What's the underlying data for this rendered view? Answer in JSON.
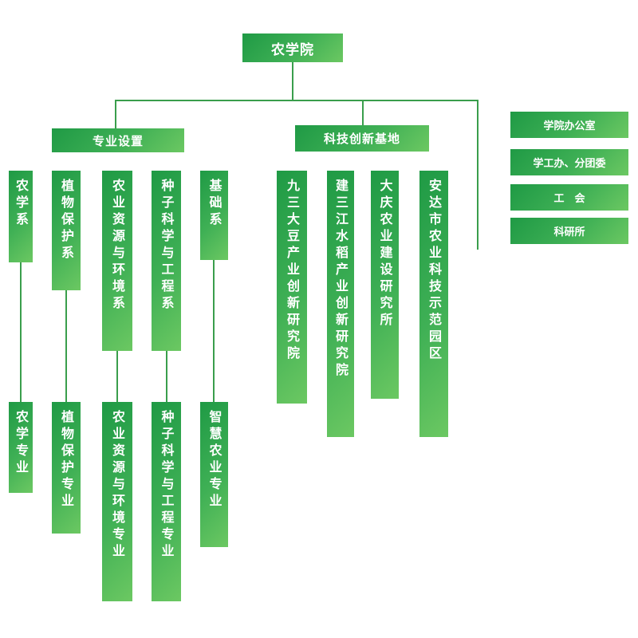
{
  "root": "农学院",
  "branches": [
    {
      "title": "专业设置",
      "departments": [
        {
          "name": "农学系",
          "major": "农学专业"
        },
        {
          "name": "植物保护系",
          "major": "植物保护专业"
        },
        {
          "name": "农业资源与环境系",
          "major": "农业资源与环境专业"
        },
        {
          "name": "种子科学与工程系",
          "major": "种子科学与工程专业"
        },
        {
          "name": "基础系",
          "major": "智慧农业专业"
        }
      ]
    },
    {
      "title": "科技创新基地",
      "institutes": [
        "九三大豆产业创新研究院",
        "建三江水稻产业创新研究院",
        "大庆农业建设研究所",
        "安达市农业科技示范园区"
      ]
    }
  ],
  "offices": [
    "学院办公室",
    "学工办、分团委",
    "工　会",
    "科研所"
  ],
  "colors": {
    "box_dark": "#1f9a45",
    "box_light": "#6cc862",
    "line": "#3a9e4c",
    "text": "#ffffff"
  }
}
